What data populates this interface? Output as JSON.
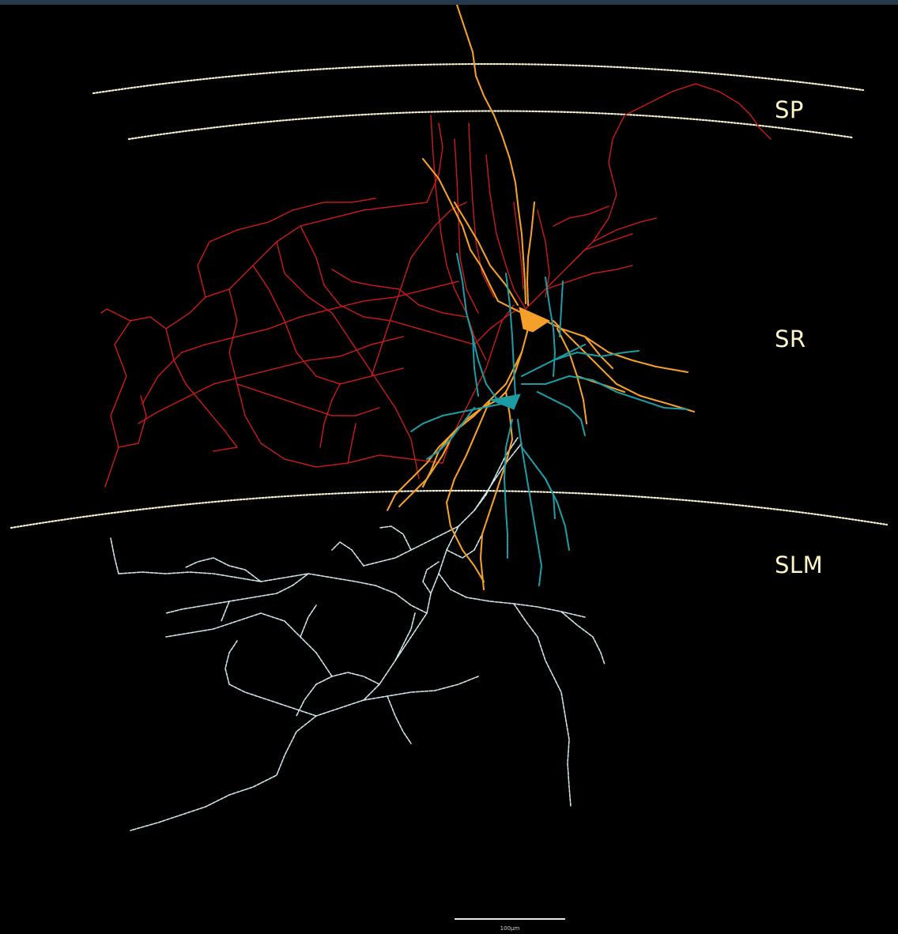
{
  "layers": [
    {
      "id": "sp",
      "label": "SP"
    },
    {
      "id": "sr",
      "label": "SR"
    },
    {
      "id": "slm",
      "label": "SLM"
    }
  ],
  "scale_bar": {
    "label": "100μm"
  },
  "colors": {
    "background": "#000000",
    "window_bar": "#27394c",
    "boundary": "#f5f0d2",
    "layer_label": "#fff6c8",
    "interneuron_axon": "#c41a1a",
    "orange_neuron": "#f5a02a",
    "teal_neuron": "#1d9aa3",
    "slm_cell": "#cfe6ea"
  },
  "structures": [
    {
      "id": "sp-boundary-upper",
      "icon": "dotted-arc"
    },
    {
      "id": "sp-boundary-lower",
      "icon": "dotted-arc"
    },
    {
      "id": "slm-boundary",
      "icon": "dotted-arc"
    },
    {
      "id": "orange-soma",
      "icon": "triangle-soma"
    },
    {
      "id": "teal-soma",
      "icon": "triangle-soma"
    }
  ]
}
